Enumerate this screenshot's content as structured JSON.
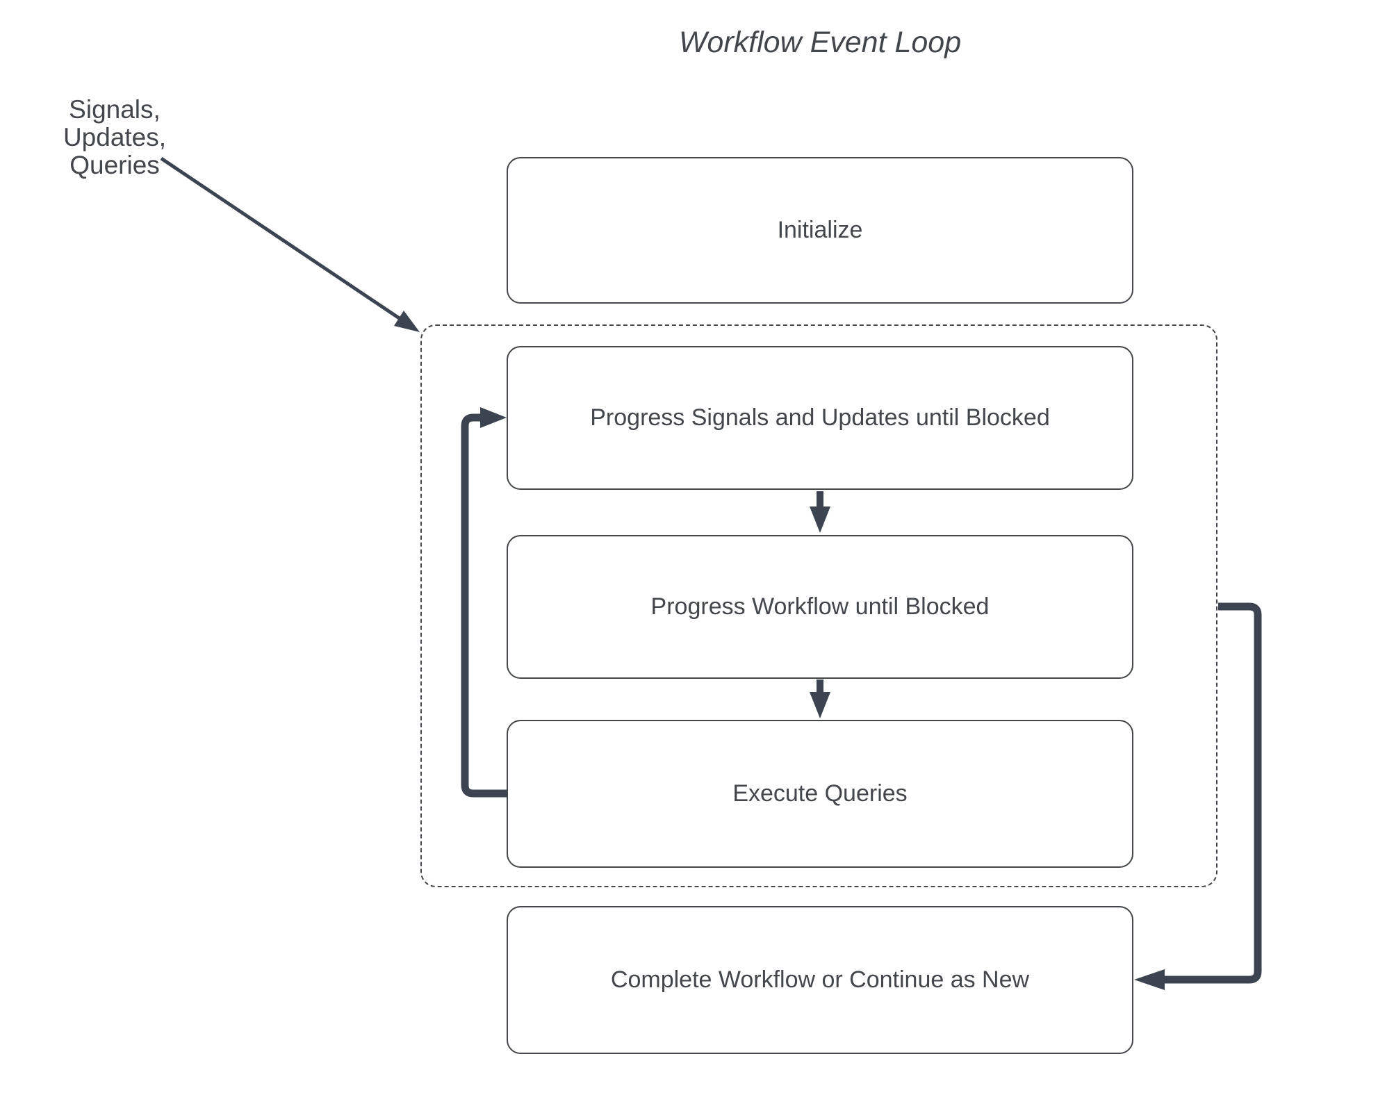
{
  "title": "Workflow Event Loop",
  "annotation": {
    "line1": "Signals, Updates,",
    "line2": "Queries"
  },
  "nodes": {
    "initialize": "Initialize",
    "progress_signals": "Progress Signals and Updates until Blocked",
    "progress_workflow": "Progress Workflow until Blocked",
    "execute_queries": "Execute Queries",
    "complete": "Complete Workflow or Continue as New"
  },
  "connectors": {
    "annotation_arrow": "signals-updates-queries-into-event-loop",
    "step_arrow_1": "progress-signals-to-progress-workflow",
    "step_arrow_2": "progress-workflow-to-execute-queries",
    "loop_back_arrow": "execute-queries-back-to-progress-signals",
    "exit_arrow": "event-loop-to-complete-workflow"
  },
  "colors": {
    "arrow": "#3d4451",
    "border": "#43464a",
    "text": "#43464b",
    "canvas": "#ffffff"
  }
}
